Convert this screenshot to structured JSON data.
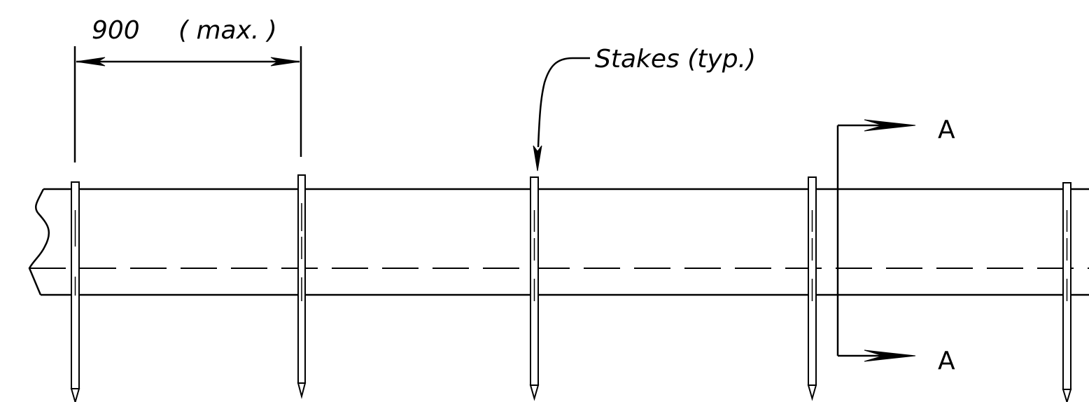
{
  "dimension": {
    "value": "900",
    "qualifier": "( max. )"
  },
  "callout": {
    "label": "Stakes (typ.)"
  },
  "section": {
    "top_label": "A",
    "bottom_label": "A"
  },
  "colors": {
    "line": "#000000",
    "background": "#ffffff"
  }
}
